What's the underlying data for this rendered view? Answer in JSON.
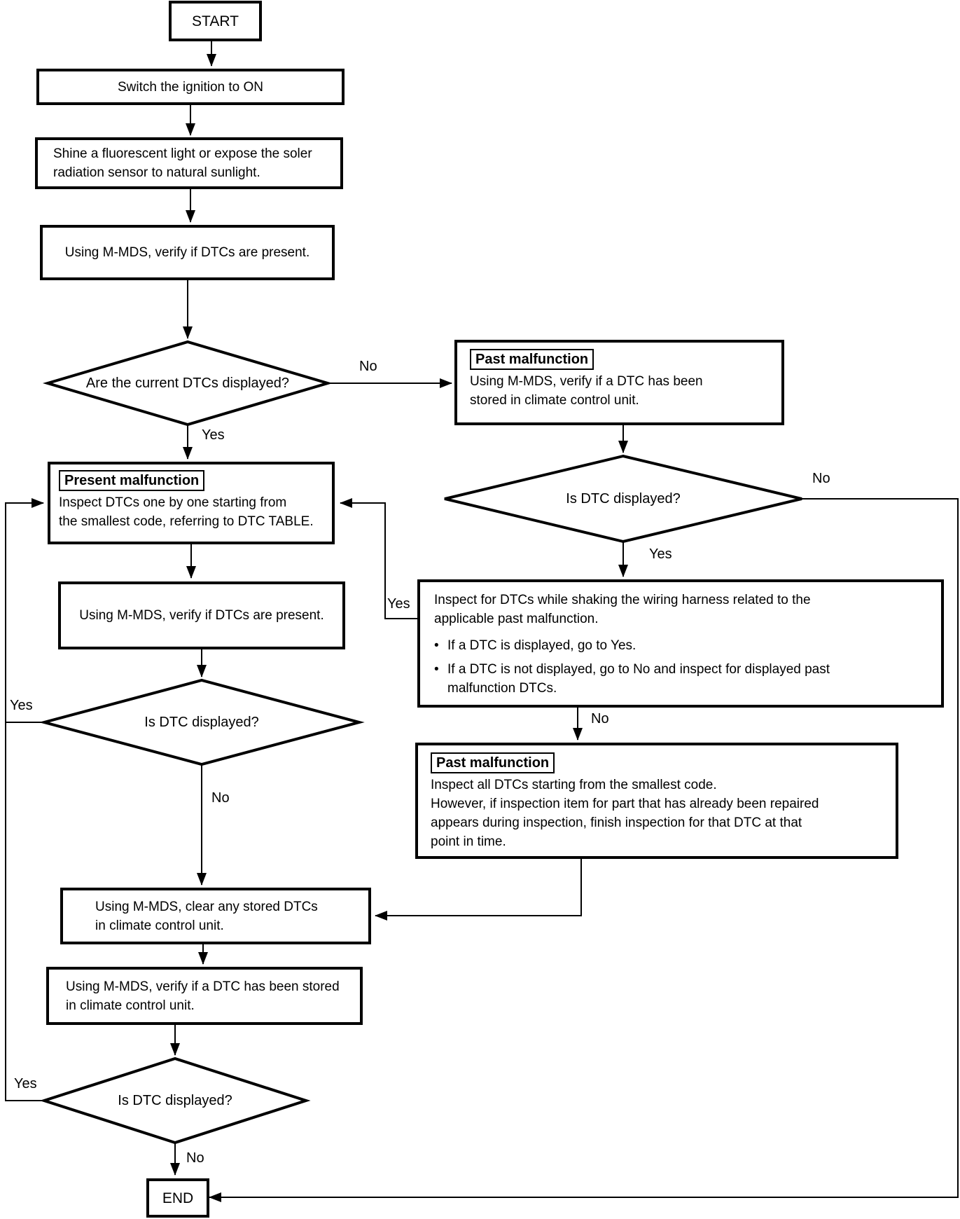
{
  "page": {
    "background": "#ffffff",
    "line_color": "#000000",
    "text_color": "#000000"
  },
  "glyphs": {
    "bullet": "•"
  },
  "labels": {
    "yes": "Yes",
    "no": "No"
  },
  "nodes": {
    "start": {
      "text": "START"
    },
    "switch_ignition": {
      "text": "Switch the ignition to ON"
    },
    "shine_light": {
      "lines": [
        "Shine a fluorescent light or expose the soler",
        "radiation sensor to natural sunlight."
      ]
    },
    "verify_dtcs_1": {
      "text": "Using M-MDS, verify if DTCs are present."
    },
    "d_current_dtcs": {
      "text": "Are the current DTCs displayed?"
    },
    "present_malfunction": {
      "title": "Present malfunction",
      "lines": [
        "Inspect DTCs one by one starting from",
        "the smallest code, referring to DTC TABLE."
      ]
    },
    "verify_dtcs_2": {
      "text": "Using M-MDS, verify if DTCs are present."
    },
    "d_dtc_displayed_left": {
      "text": "Is DTC displayed?"
    },
    "past_malfunction_1": {
      "title": "Past malfunction",
      "lines": [
        "Using M-MDS, verify if a DTC has been",
        "stored in climate control unit."
      ]
    },
    "d_dtc_displayed_right": {
      "text": "Is DTC displayed?"
    },
    "inspect_shaking": {
      "lines": [
        "Inspect for DTCs while shaking the wiring harness related to the",
        "applicable past malfunction."
      ],
      "bullets": [
        {
          "lines": [
            "If a DTC is displayed, go to Yes."
          ]
        },
        {
          "lines": [
            "If a DTC is not displayed, go to No and inspect for displayed past",
            "malfunction DTCs."
          ]
        }
      ]
    },
    "past_malfunction_2": {
      "title": "Past malfunction",
      "lines": [
        "Inspect all DTCs starting from the smallest code.",
        "However, if inspection item for part that has already been repaired",
        "appears during inspection, finish inspection for that DTC at that",
        "point in time."
      ]
    },
    "clear_dtcs": {
      "lines": [
        "Using M-MDS, clear any stored DTCs",
        "in climate control unit."
      ]
    },
    "verify_stored": {
      "lines": [
        "Using M-MDS, verify if a DTC has been stored",
        "in climate control unit."
      ]
    },
    "d_dtc_displayed_bottom": {
      "text": "Is DTC displayed?"
    },
    "end": {
      "text": "END"
    }
  }
}
